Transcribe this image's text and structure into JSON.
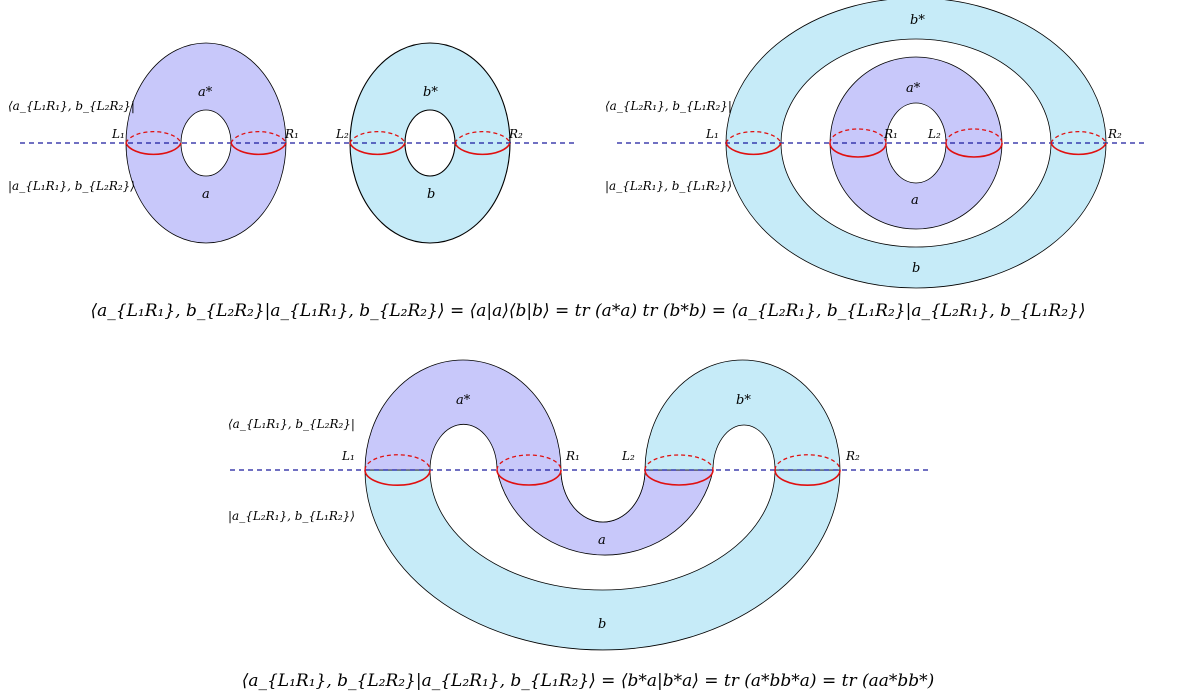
{
  "panel1": {
    "bra": "⟨a_{L₁R₁}, b_{L₂R₂}|",
    "ket": "|a_{L₁R₁}, b_{L₂R₂}⟩",
    "torus_a": {
      "top": "a*",
      "bottom": "a",
      "left": "L₁",
      "right": "R₁"
    },
    "torus_b": {
      "top": "b*",
      "bottom": "b",
      "left": "L₂",
      "right": "R₂"
    }
  },
  "panel2": {
    "bra": "⟨a_{L₂R₁}, b_{L₁R₂}|",
    "ket": "|a_{L₂R₁}, b_{L₁R₂}⟩",
    "inner": {
      "top": "a*",
      "bottom": "a",
      "left": "R₁",
      "right": "L₂"
    },
    "outer": {
      "top": "b*",
      "bottom": "b",
      "left": "L₁",
      "right": "R₂"
    }
  },
  "equation1": "⟨a_{L₁R₁}, b_{L₂R₂}|a_{L₁R₁}, b_{L₂R₂}⟩ = ⟨a|a⟩⟨b|b⟩ = tr (a*a) tr (b*b) = ⟨a_{L₂R₁}, b_{L₁R₂}|a_{L₂R₁}, b_{L₁R₂}⟩",
  "panel3": {
    "bra": "⟨a_{L₁R₁}, b_{L₂R₂}|",
    "ket": "|a_{L₂R₁}, b_{L₁R₂}⟩",
    "labels": {
      "a_top": "a*",
      "b_top": "b*",
      "a_bottom": "a",
      "b_bottom": "b",
      "L1": "L₁",
      "R1": "R₁",
      "L2": "L₂",
      "R2": "R₂"
    }
  },
  "equation2": "⟨a_{L₁R₁}, b_{L₂R₂}|a_{L₂R₁}, b_{L₁R₂}⟩ = ⟨b*a|b*a⟩ = tr (a*bb*a) = tr (aa*bb*)"
}
